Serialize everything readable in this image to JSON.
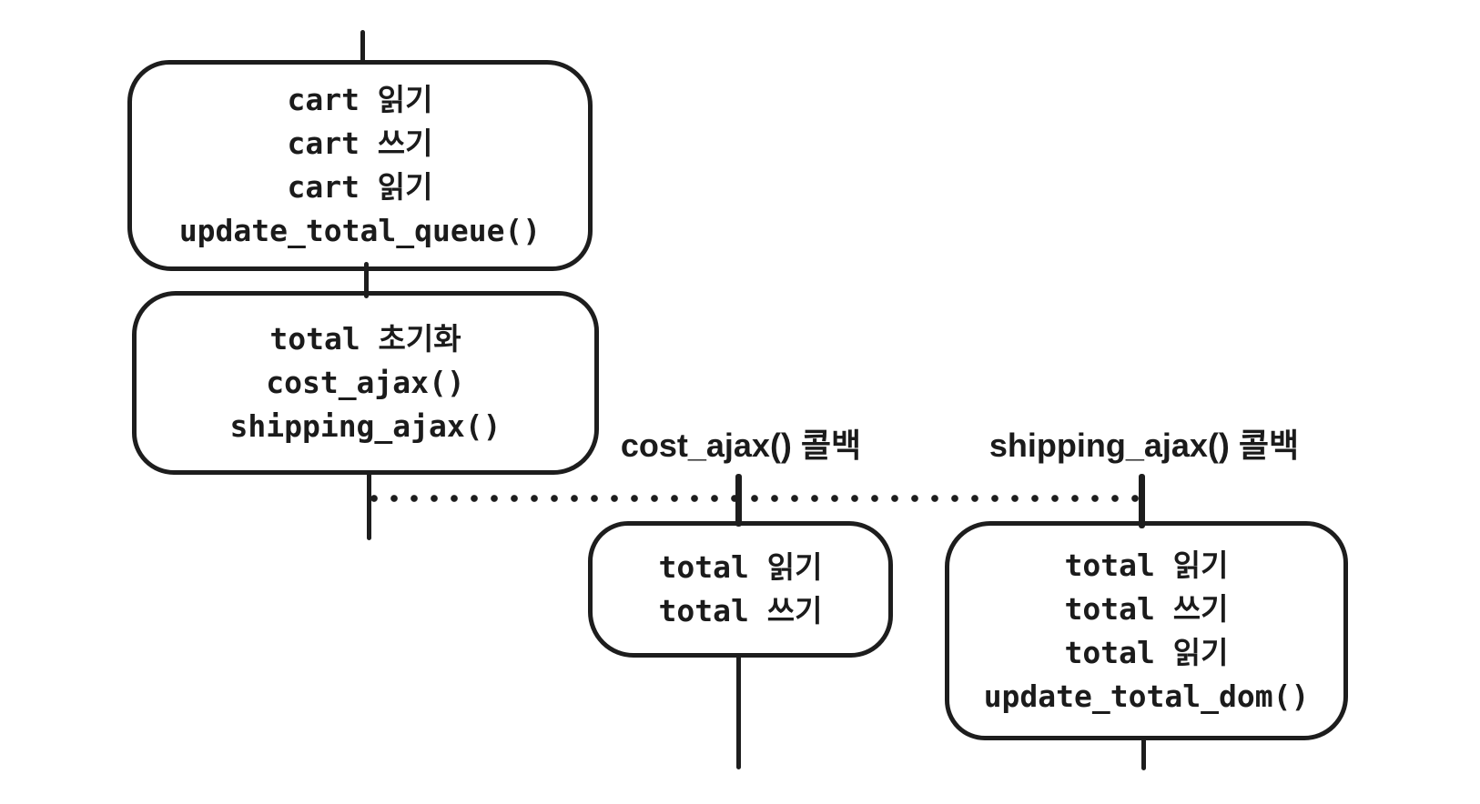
{
  "diagram": {
    "background_color": "#ffffff",
    "stroke_color": "#1d1d1d",
    "text_color": "#1b1b1b",
    "main_timeline": {
      "cart_box": {
        "lines": [
          "cart 읽기",
          "cart 쓰기",
          "cart 읽기",
          "update_total_queue()"
        ]
      },
      "init_box": {
        "lines": [
          "total 초기화",
          "cost_ajax()",
          "shipping_ajax()"
        ]
      }
    },
    "callbacks": {
      "cost": {
        "label": "cost_ajax() 콜백",
        "box": {
          "lines": [
            "total 읽기",
            "total 쓰기"
          ]
        }
      },
      "shipping": {
        "label": "shipping_ajax() 콜백",
        "box": {
          "lines": [
            "total 읽기",
            "total 쓰기",
            "total 읽기",
            "update_total_dom()"
          ]
        }
      }
    }
  }
}
